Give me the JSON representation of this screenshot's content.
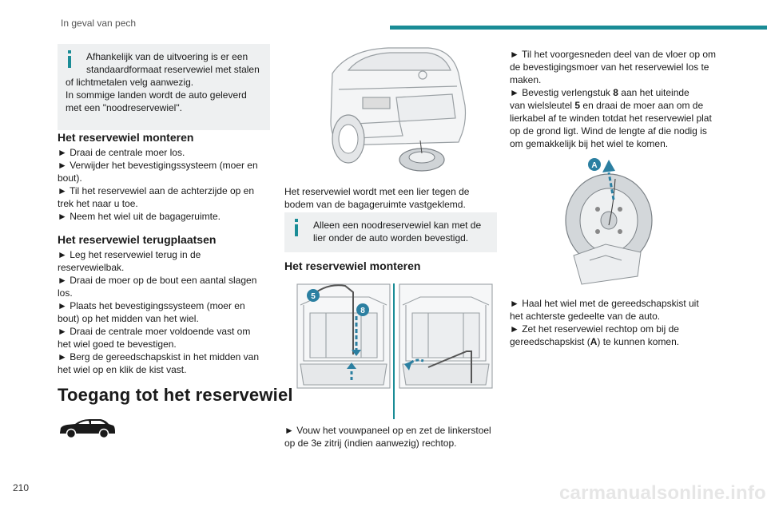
{
  "header": {
    "section": "In geval van pech"
  },
  "page_number": "210",
  "watermark": "carmanualsonline.info",
  "col1": {
    "note_lines": [
      "Afhankelijk van de uitvoering is er een",
      "standaardformaat reservewiel met stalen",
      "of lichtmetalen velg aanwezig.",
      "In sommige landen wordt de auto geleverd",
      "met een \"noodreservewiel\"."
    ],
    "h_mount": "Het reservewiel monteren",
    "mount_steps": [
      "► Draai de centrale moer los.",
      "► Verwijder het bevestigingssysteem (moer en",
      "bout).",
      "► Til het reservewiel aan de achterzijde op en",
      "trek het naar u toe.",
      "► Neem het wiel uit de bagageruimte."
    ],
    "h_replace": "Het reservewiel terugplaatsen",
    "replace_steps": [
      "► Leg het reservewiel terug in de",
      "reservewielbak.",
      "► Draai de moer op de bout een aantal slagen",
      "los.",
      "► Plaats het bevestigingssysteem (moer en",
      "bout) op het midden van het wiel.",
      "► Draai de centrale moer voldoende vast om",
      "het wiel goed te bevestigen.",
      "► Berg de gereedschapskist in het midden van",
      "het wiel op en klik de kist vast."
    ],
    "h_access": "Toegang tot het reservewiel"
  },
  "col2": {
    "caption_lines": [
      "Het reservewiel wordt met een lier tegen de",
      "bodem van de bagageruimte vastgeklemd."
    ],
    "note_lines": [
      "Alleen een noodreservewiel kan met de",
      "lier onder de auto worden bevestigd."
    ],
    "h_mount": "Het reservewiel monteren",
    "badge_5": "5",
    "badge_8": "8",
    "step_lines": [
      "► Vouw het vouwpaneel op en zet de linkerstoel",
      "op de 3e zitrij (indien aanwezig) rechtop."
    ]
  },
  "col3": {
    "top_lines": [
      "► Til het voorgesneden deel van de vloer op om",
      "de bevestigingsmoer van het reservewiel los te",
      "maken."
    ],
    "step2_pre": "► Bevestig verlengstuk ",
    "step2_b1": "8",
    "step2_mid": " aan het uiteinde",
    "step2_l2_pre": "van wielsleutel ",
    "step2_b2": "5",
    "step2_l2_post": " en draai de moer aan om de",
    "rest_lines": [
      "lierkabel af te winden totdat het reservewiel plat",
      "op de grond ligt. Wind de lengte af die nodig is",
      "om gemakkelijk bij het wiel te komen."
    ],
    "badge_a": "A",
    "bottom_lines": [
      "►  Haal het wiel met de gereedschapskist uit",
      "het achterste gedeelte van de auto.",
      "► Zet het reservewiel rechtop om bij de"
    ],
    "last_pre": "gereedschapskist (",
    "last_b": "A",
    "last_post": ") te kunnen komen."
  }
}
